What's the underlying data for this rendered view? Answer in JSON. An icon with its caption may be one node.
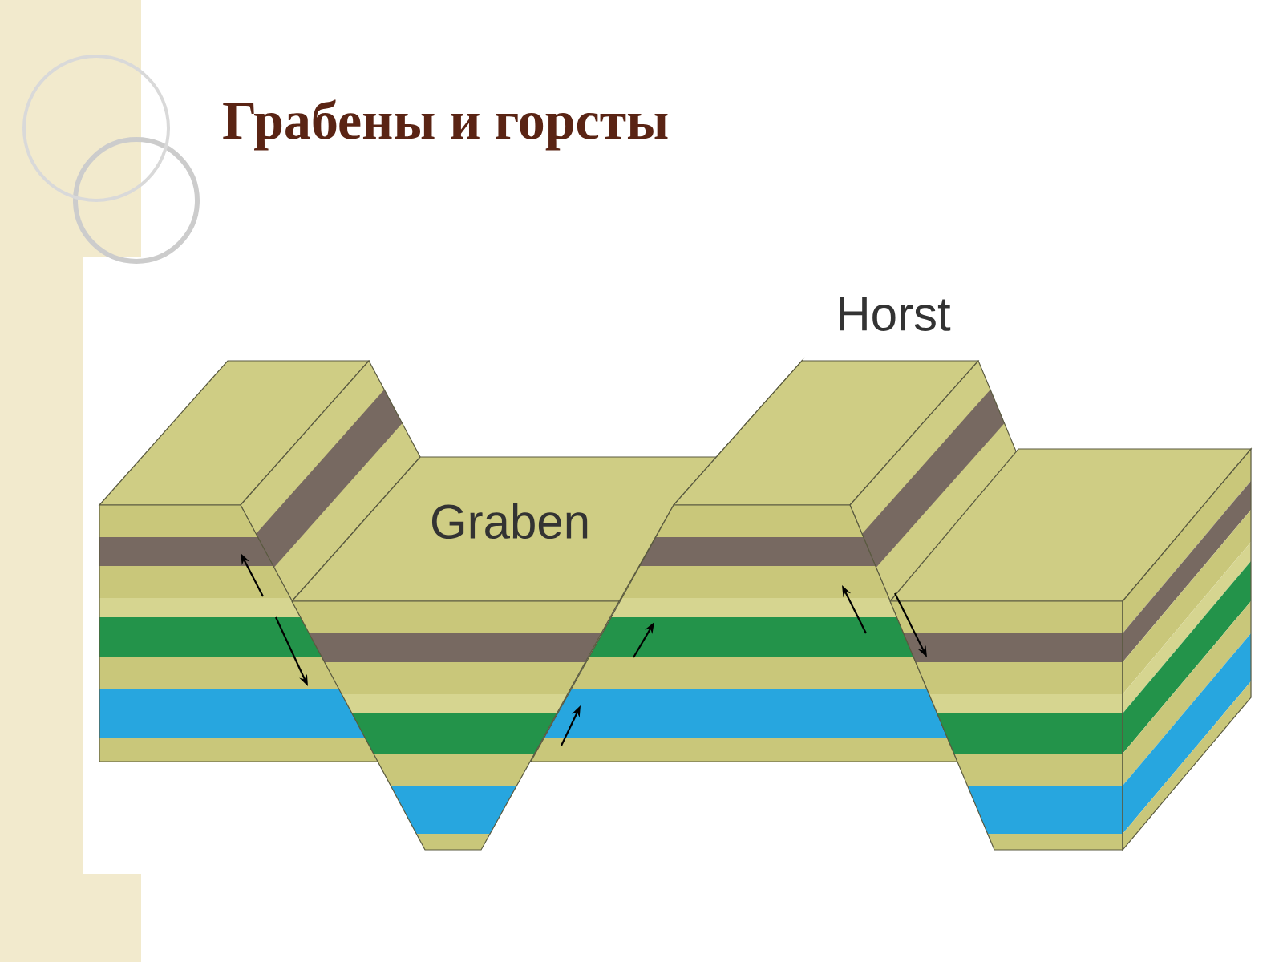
{
  "diagram": {
    "title": "Грабены и горсты",
    "labels": [
      "Horst",
      "Graben"
    ]
  }
}
